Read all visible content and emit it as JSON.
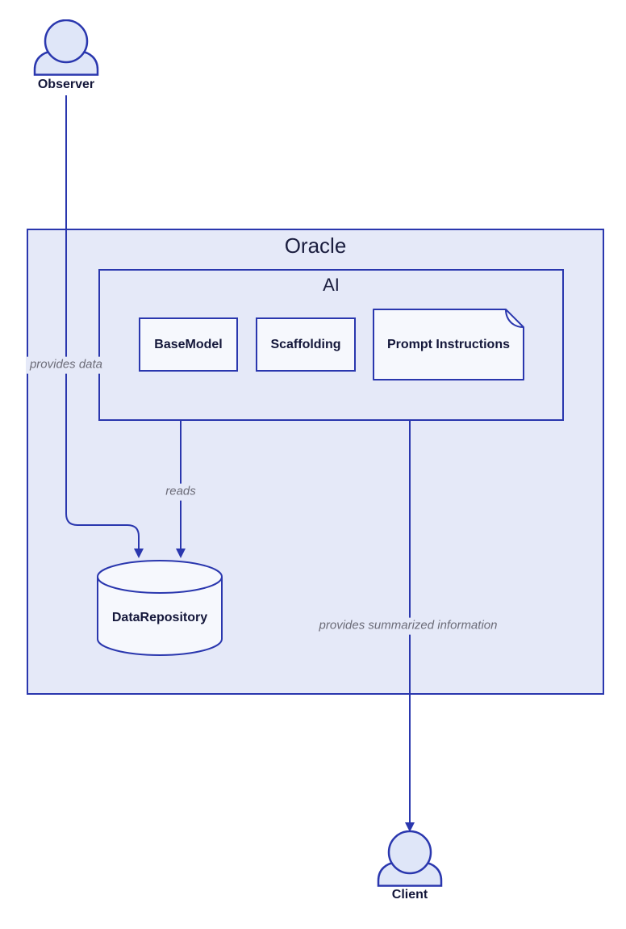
{
  "colors": {
    "background": "#ffffff",
    "stroke": "#2a37ae",
    "subgraph-fill": "#e5e9f8",
    "node-fill": "#f6f8fd",
    "actor-fill": "#dfe6f8",
    "node-text": "#14173a",
    "title-text": "#1b1e3f",
    "edge-label-text": "#6c6c78"
  },
  "containers": {
    "oracle": {
      "title": "Oracle"
    },
    "ai": {
      "title": "AI"
    }
  },
  "actors": [
    {
      "id": "observer",
      "label": "Observer"
    },
    {
      "id": "client",
      "label": "Client"
    }
  ],
  "nodes": [
    {
      "id": "base-model",
      "label": "BaseModel",
      "shape": "rect"
    },
    {
      "id": "scaffolding",
      "label": "Scaffolding",
      "shape": "rect"
    },
    {
      "id": "prompt-instructions",
      "label": "Prompt Instructions",
      "shape": "note"
    },
    {
      "id": "data-repository",
      "label": "DataRepository",
      "shape": "cylinder"
    }
  ],
  "edges": [
    {
      "from": "Observer",
      "to": "DataRepository",
      "label": "provides data",
      "style": "solid-arrow"
    },
    {
      "from": "AI",
      "to": "DataRepository",
      "label": "reads",
      "style": "solid-arrow"
    },
    {
      "from": "AI",
      "to": "Client",
      "label": "provides summarized information",
      "style": "solid-arrow"
    }
  ]
}
